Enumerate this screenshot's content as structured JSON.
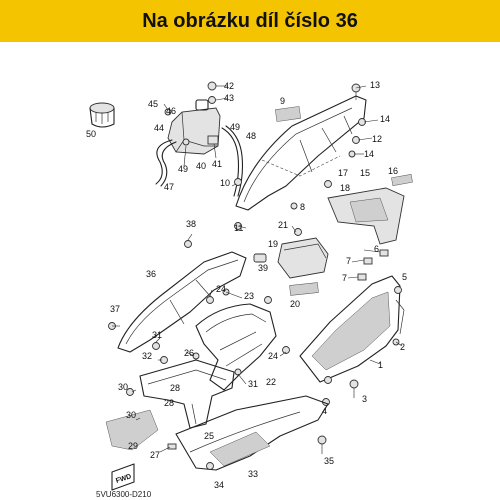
{
  "banner": {
    "text": "Na obrázku díl číslo 36",
    "color": "#f5c400"
  },
  "diagram": {
    "code": "5VU6300-D210",
    "fwd_label": "FWD",
    "callouts": [
      {
        "id": "c1",
        "text": "1"
      },
      {
        "id": "c2",
        "text": "2"
      },
      {
        "id": "c3",
        "text": "3"
      },
      {
        "id": "c4",
        "text": "4"
      },
      {
        "id": "c5",
        "text": "5"
      },
      {
        "id": "c6",
        "text": "6"
      },
      {
        "id": "c7a",
        "text": "7"
      },
      {
        "id": "c7b",
        "text": "7"
      },
      {
        "id": "c8",
        "text": "8"
      },
      {
        "id": "c9",
        "text": "9"
      },
      {
        "id": "c10",
        "text": "10"
      },
      {
        "id": "c11",
        "text": "11"
      },
      {
        "id": "c12",
        "text": "12"
      },
      {
        "id": "c13",
        "text": "13"
      },
      {
        "id": "c14a",
        "text": "14"
      },
      {
        "id": "c14b",
        "text": "14"
      },
      {
        "id": "c15",
        "text": "15"
      },
      {
        "id": "c16",
        "text": "16"
      },
      {
        "id": "c17",
        "text": "17"
      },
      {
        "id": "c18",
        "text": "18"
      },
      {
        "id": "c19",
        "text": "19"
      },
      {
        "id": "c20",
        "text": "20"
      },
      {
        "id": "c21",
        "text": "21"
      },
      {
        "id": "c22",
        "text": "22"
      },
      {
        "id": "c23",
        "text": "23"
      },
      {
        "id": "c24a",
        "text": "24"
      },
      {
        "id": "c24b",
        "text": "24"
      },
      {
        "id": "c25",
        "text": "25"
      },
      {
        "id": "c26",
        "text": "26"
      },
      {
        "id": "c27",
        "text": "27"
      },
      {
        "id": "c28a",
        "text": "28"
      },
      {
        "id": "c28b",
        "text": "28"
      },
      {
        "id": "c29",
        "text": "29"
      },
      {
        "id": "c30a",
        "text": "30"
      },
      {
        "id": "c30b",
        "text": "30"
      },
      {
        "id": "c31a",
        "text": "31"
      },
      {
        "id": "c31b",
        "text": "31"
      },
      {
        "id": "c32",
        "text": "32"
      },
      {
        "id": "c33",
        "text": "33"
      },
      {
        "id": "c34",
        "text": "34"
      },
      {
        "id": "c35",
        "text": "35"
      },
      {
        "id": "c36",
        "text": "36"
      },
      {
        "id": "c37",
        "text": "37"
      },
      {
        "id": "c38",
        "text": "38"
      },
      {
        "id": "c39",
        "text": "39"
      },
      {
        "id": "c40",
        "text": "40"
      },
      {
        "id": "c41",
        "text": "41"
      },
      {
        "id": "c42",
        "text": "42"
      },
      {
        "id": "c43",
        "text": "43"
      },
      {
        "id": "c44",
        "text": "44"
      },
      {
        "id": "c45",
        "text": "45"
      },
      {
        "id": "c46",
        "text": "46"
      },
      {
        "id": "c47",
        "text": "47"
      },
      {
        "id": "c48",
        "text": "48"
      },
      {
        "id": "c49a",
        "text": "49"
      },
      {
        "id": "c49b",
        "text": "49"
      },
      {
        "id": "c50",
        "text": "50"
      }
    ]
  }
}
